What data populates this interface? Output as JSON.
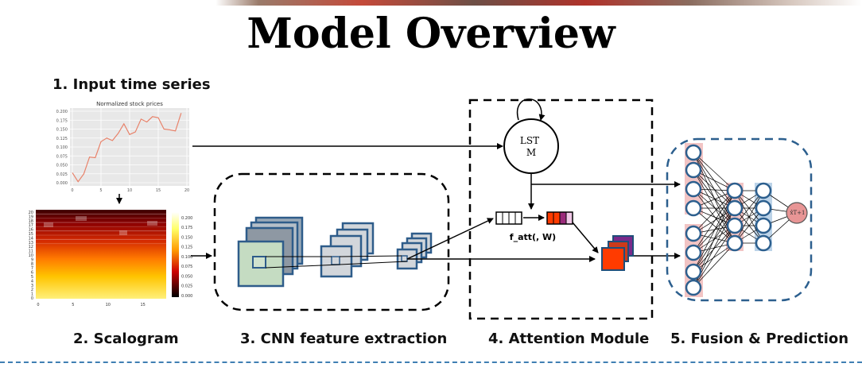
{
  "title": "Model Overview",
  "steps": {
    "input": "1. Input time series",
    "scalogram": "2. Scalogram",
    "cnn": "3. CNN feature extraction",
    "attention": "4. Attention Module",
    "fusion": "5. Fusion & Prediction"
  },
  "input_chart": {
    "title": "Normalized stock prices",
    "y_ticks": [
      "0.200",
      "0.175",
      "0.150",
      "0.125",
      "0.100",
      "0.075",
      "0.050",
      "0.025",
      "0.000"
    ],
    "x_ticks": [
      "0",
      "5",
      "10",
      "15",
      "20"
    ],
    "values": [
      0.028,
      0.003,
      0.025,
      0.072,
      0.07,
      0.115,
      0.125,
      0.118,
      0.138,
      0.165,
      0.135,
      0.142,
      0.178,
      0.17,
      0.185,
      0.182,
      0.15,
      0.148,
      0.145,
      0.195
    ]
  },
  "scalogram": {
    "y_ticks": [
      "20",
      "19",
      "18",
      "17",
      "16",
      "15",
      "14",
      "13",
      "12",
      "11",
      "10",
      "9",
      "8",
      "7",
      "6",
      "5",
      "4",
      "3",
      "2",
      "1",
      "0"
    ],
    "x_ticks": [
      "0",
      "5",
      "10",
      "15"
    ],
    "colorbar_ticks": [
      "0.200",
      "0.175",
      "0.150",
      "0.125",
      "0.100",
      "0.075",
      "0.050",
      "0.025",
      "0.000"
    ]
  },
  "lstm": {
    "line1": "LST",
    "line2": "M"
  },
  "attention": {
    "func_label": "f_att(, W)"
  },
  "output": {
    "label": "x̂T+1"
  },
  "colors": {
    "line": "#e8826a",
    "cnn_face": "#c5dcc2",
    "cnn_border": "#2e5c8a",
    "feature_box": "#1f4e79",
    "fusion_border": "#2c5f8e",
    "output_node": "#e89595",
    "node_band": "#f2c4c4"
  }
}
